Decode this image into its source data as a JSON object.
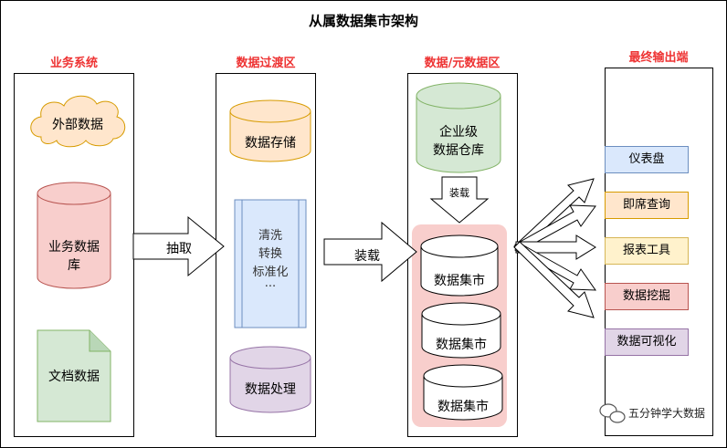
{
  "title": "从属数据集市架构",
  "columns": {
    "business": "业务系统",
    "transition": "数据过渡区",
    "meta": "数据/元数据区",
    "output": "最终输出端"
  },
  "business": {
    "external": "外部数据",
    "db_line1": "业务数据",
    "db_line2": "库",
    "docs": "文档数据"
  },
  "transition": {
    "storage": "数据存储",
    "process_lines": [
      "清洗",
      "转换",
      "标准化",
      "..."
    ],
    "processing": "数据处理"
  },
  "meta": {
    "warehouse_line1": "企业级",
    "warehouse_line2": "数据仓库",
    "load_small": "装载",
    "marts": [
      "数据集市",
      "数据集市",
      "数据集市"
    ]
  },
  "arrows": {
    "extract": "抽取",
    "load": "装载"
  },
  "outputs": [
    {
      "label": "仪表盘",
      "fill": "#dae8fc",
      "stroke": "#6c8ebf"
    },
    {
      "label": "即席查询",
      "fill": "#ffe6cc",
      "stroke": "#d79b00"
    },
    {
      "label": "报表工具",
      "fill": "#fff2cc",
      "stroke": "#d6b656"
    },
    {
      "label": "数据挖掘",
      "fill": "#f8cecc",
      "stroke": "#b85450"
    },
    {
      "label": "数据可视化",
      "fill": "#e1d5e7",
      "stroke": "#9673a6"
    }
  ],
  "watermark": "五分钟学大数据"
}
